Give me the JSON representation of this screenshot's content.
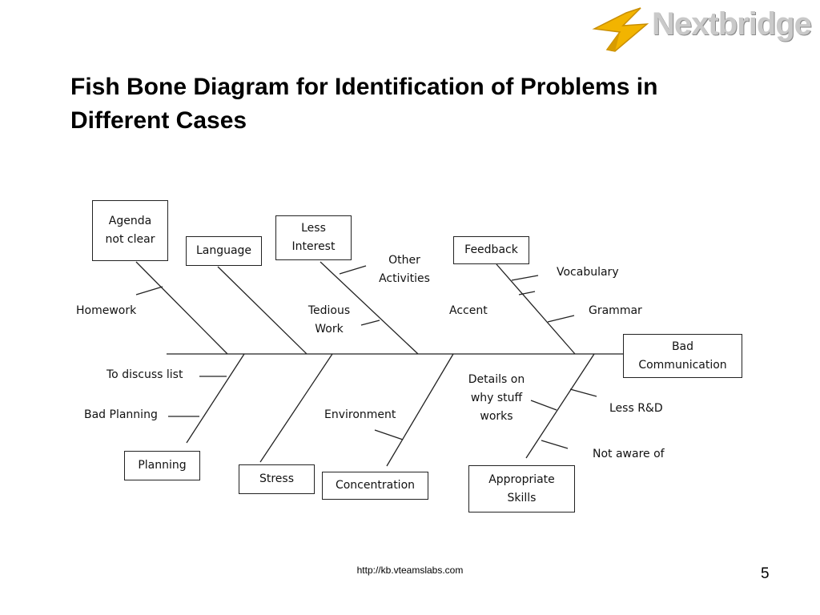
{
  "slide": {
    "title": "Fish Bone Diagram for Identification of Problems in Different Cases",
    "footer_url": "http://kb.vteamslabs.com",
    "page_number": "5"
  },
  "logo": {
    "text": "Nextbridge",
    "colors": {
      "arrow": "#f2b400",
      "text": "#c9c9c9"
    }
  },
  "diagram": {
    "effect": "Bad Communication",
    "categories": {
      "agenda": "Agenda not clear",
      "language": "Language",
      "less_interest": "Less Interest",
      "feedback": "Feedback",
      "planning": "Planning",
      "stress": "Stress",
      "concentration": "Concentration",
      "appropriate_skills": "Appropriate Skills"
    },
    "causes": {
      "homework": "Homework",
      "tedious_work": "Tedious Work",
      "other_activities": "Other Activities",
      "accent": "Accent",
      "vocabulary": "Vocabulary",
      "grammar": "Grammar",
      "to_discuss_list": "To discuss list",
      "bad_planning": "Bad Planning",
      "environment": "Environment",
      "details_on_why": "Details on why stuff works",
      "less_rnd": "Less R&D",
      "not_aware_of": "Not aware of"
    }
  }
}
